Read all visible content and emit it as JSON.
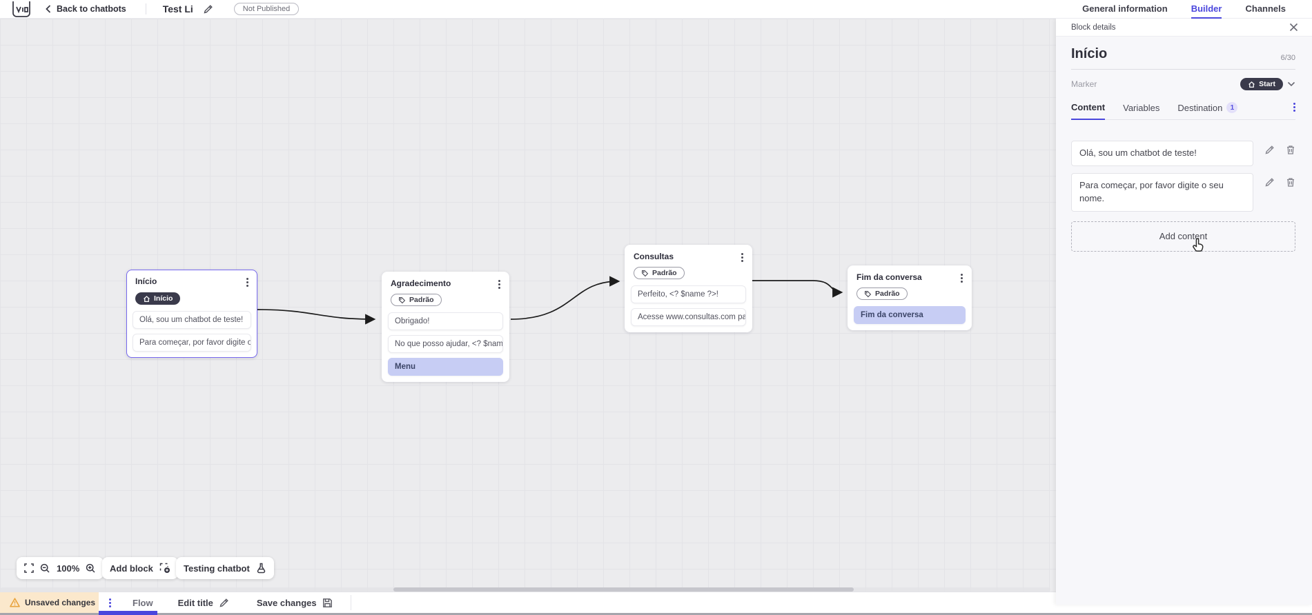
{
  "topbar": {
    "back_label": "Back to chatbots",
    "bot_title": "Test Li",
    "status_badge": "Not Published",
    "tabs": [
      {
        "label": "General information",
        "active": false
      },
      {
        "label": "Builder",
        "active": true
      },
      {
        "label": "Channels",
        "active": false
      }
    ]
  },
  "panel": {
    "header_title": "Block details",
    "block_name": "Início",
    "name_counter": "6/30",
    "marker_label": "Marker",
    "marker_value": "Start",
    "tabs": [
      {
        "label": "Content",
        "active": true
      },
      {
        "label": "Variables",
        "active": false
      },
      {
        "label": "Destination",
        "active": false,
        "badge": "1"
      }
    ],
    "content_items": [
      {
        "text": "Olá, sou um chatbot de teste!"
      },
      {
        "text": "Para começar, por favor digite o seu nome."
      }
    ],
    "add_content_label": "Add content"
  },
  "canvas": {
    "blocks": [
      {
        "title": "Início",
        "badge": "Início",
        "badge_style": "start",
        "cards": [
          {
            "text": "Olá, sou um chatbot de teste!"
          },
          {
            "text": "Para começar, por favor digite o ..."
          }
        ]
      },
      {
        "title": "Agradecimento",
        "badge": "Padrão",
        "badge_style": "tag",
        "cards": [
          {
            "text": "Obrigado!"
          },
          {
            "text": "No que posso ajudar, <? $name ..."
          },
          {
            "text": "Menu",
            "chip": true
          }
        ]
      },
      {
        "title": "Consultas",
        "badge": "Padrão",
        "badge_style": "tag",
        "cards": [
          {
            "text": "Perfeito, <? $name ?>!"
          },
          {
            "text": "Acesse www.consultas.com par..."
          }
        ]
      },
      {
        "title": "Fim da conversa",
        "badge": "Padrão",
        "badge_style": "tag",
        "cards": [
          {
            "text": "Fim da conversa",
            "chip": true
          }
        ]
      }
    ],
    "controls": {
      "zoom_level": "100%",
      "add_block_label": "Add block",
      "testing_label": "Testing chatbot"
    }
  },
  "bottombar": {
    "unsaved_label": "Unsaved changes",
    "flow_tab_label": "Flow",
    "edit_title_label": "Edit title",
    "save_label": "Save changes"
  },
  "colors": {
    "accent": "#4a46dd",
    "sel": "#7668ee",
    "chip-bg": "#c7cdf4",
    "chip-tx": "#3c4568",
    "dark-pill": "#3a3a4b",
    "warn-bg": "#fbe8cc",
    "warn-ic": "#e8a33d",
    "badge-bg": "#e3e0fa",
    "badge-tx": "#5550e0"
  }
}
